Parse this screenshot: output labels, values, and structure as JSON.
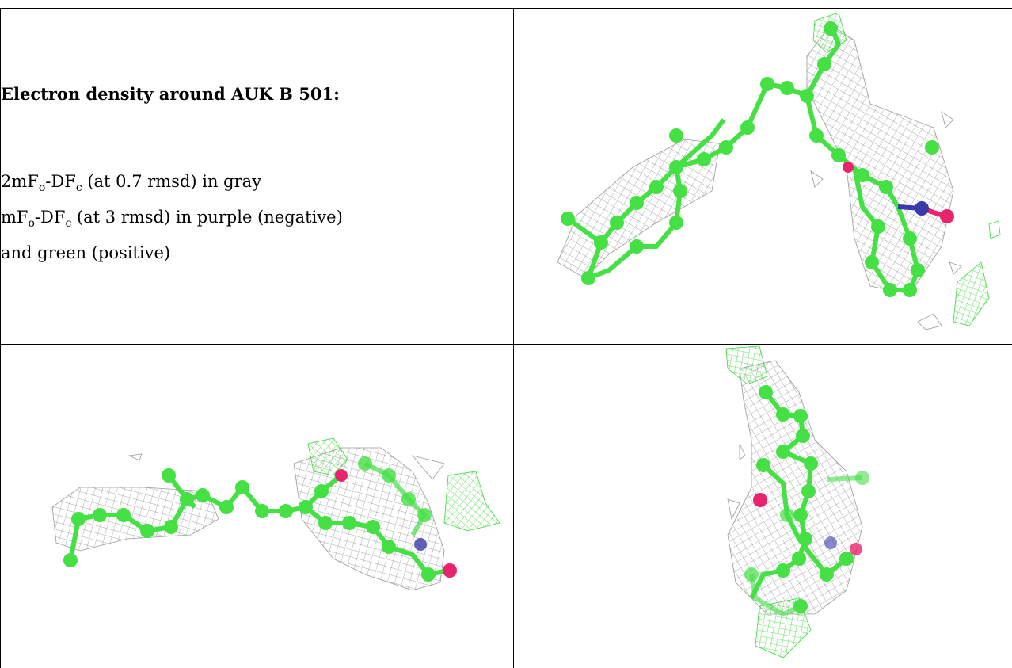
{
  "caption": {
    "title": "Electron density around AUK B 501:",
    "line1": {
      "pre": "2mF",
      "sub1": "o",
      "mid": "-DF",
      "sub2": "c",
      "post": " (at 0.7 rmsd) in gray"
    },
    "line2": {
      "pre": "mF",
      "sub1": "o",
      "mid": "-DF",
      "sub2": "c",
      "post": " (at 3 rmsd) in purple (negative)"
    },
    "line3": "and green (positive)"
  },
  "colors": {
    "carbon": "#44e044",
    "oxygen": "#e8246e",
    "nitrogen": "#3a3aa8",
    "mesh_gray": "#8c8c8c",
    "mesh_green": "#3ad83a"
  }
}
